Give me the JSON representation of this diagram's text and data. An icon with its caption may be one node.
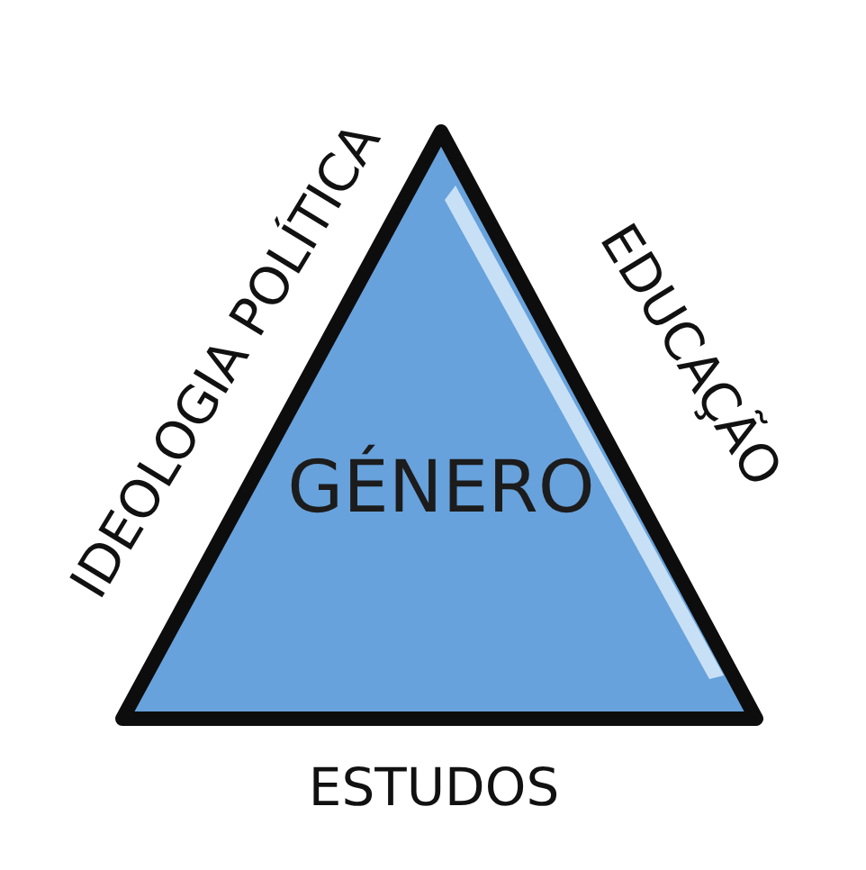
{
  "diagram": {
    "nodes": [
      {
        "text": [
          "GÉNERO"
        ]
      }
    ],
    "labels": [
      "IDEOLOGIA POLÍTICA",
      "EDUCAÇÃO",
      "ESTUDOS"
    ]
  }
}
